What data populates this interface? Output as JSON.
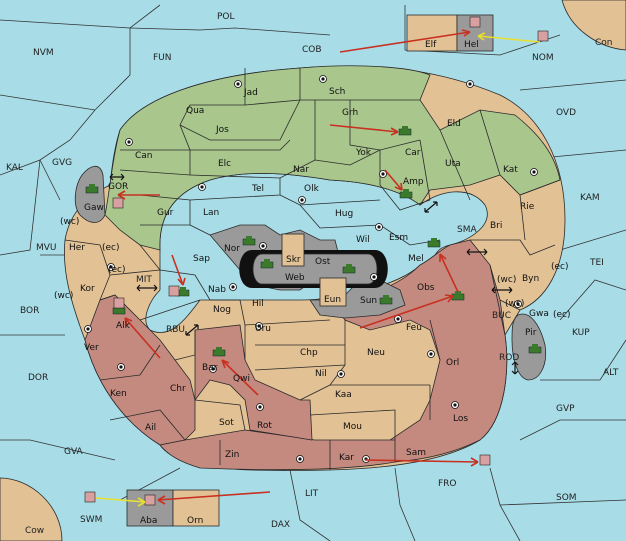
{
  "colors": {
    "sea": "#a8dde8",
    "neutral": "#e2c194",
    "green_power": "#a9c68d",
    "red_power": "#c48a80",
    "gray_power": "#9a9a9a",
    "black_center": "#111111",
    "order_red": "#c83020",
    "order_yellow": "#e8e030"
  },
  "sea_labels": [
    "POL",
    "NVM",
    "FUN",
    "COB",
    "Con",
    "NOM",
    "OVD",
    "KAL",
    "GVG",
    "KAM",
    "MVU",
    "SMA",
    "TEI",
    "BOR",
    "MIT",
    "RBU",
    "BUC",
    "KUP",
    "DOR",
    "ROD",
    "ALT",
    "GVP",
    "GVA",
    "FRO",
    "SOM",
    "LIT",
    "SWM",
    "Cow",
    "DAX"
  ],
  "land_labels": [
    "Jad",
    "Sch",
    "Qua",
    "Jos",
    "Grh",
    "Eld",
    "Can",
    "Elc",
    "Nar",
    "Yok",
    "Car",
    "Uta",
    "Kat",
    "Gaw",
    "Tel",
    "Olk",
    "Amp",
    "Gur",
    "Lan",
    "Hug",
    "Rie",
    "Bri",
    "Her",
    "Nor",
    "Skr",
    "Wil",
    "Esm",
    "Sap",
    "Ost",
    "Web",
    "Mel",
    "Kor",
    "Nab",
    "Hil",
    "Eun",
    "Sun",
    "Obs",
    "Byn",
    "Gwa",
    "Alk",
    "Nog",
    "Uru",
    "Feu",
    "Pir",
    "Ver",
    "Bar",
    "Qwi",
    "Chp",
    "Nil",
    "Neu",
    "Orl",
    "Ken",
    "Chr",
    "Kaa",
    "Ail",
    "Sot",
    "Rot",
    "Los",
    "Mou",
    "Zin",
    "Kar",
    "Sam",
    "Elf",
    "Hel",
    "Aba",
    "Orn",
    "GOR"
  ],
  "coast_labels": [
    "(wc)",
    "(ec)",
    "(ec)",
    "(wc)",
    "(wc)",
    "(ec)",
    "(wc)",
    "(ec)"
  ]
}
